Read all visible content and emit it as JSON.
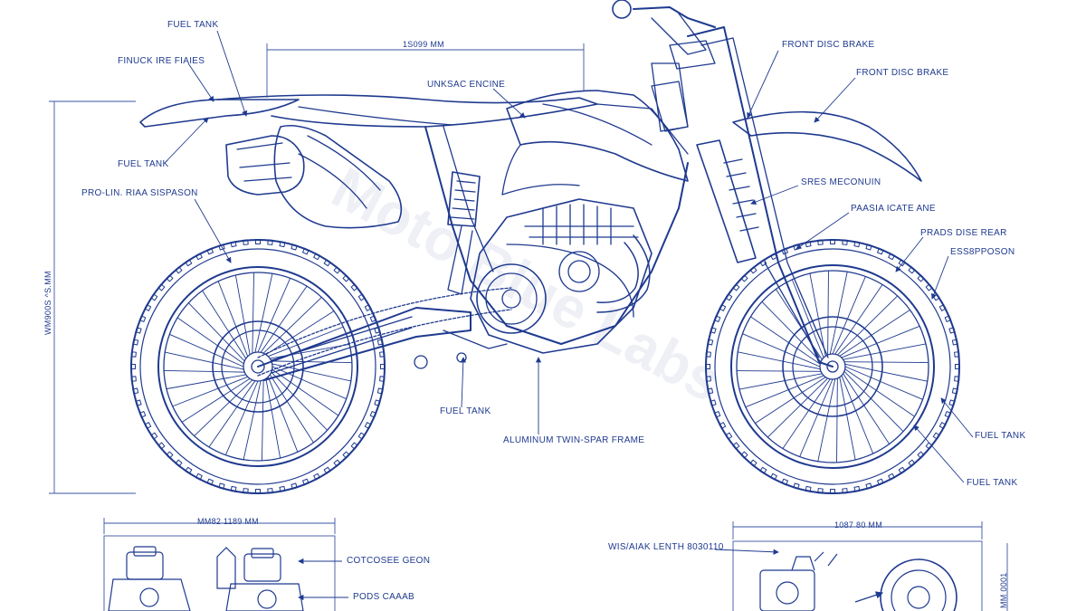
{
  "colors": {
    "ink": "#1f3a8f",
    "light": "#7f93cc",
    "background": "#ffffff"
  },
  "watermark": "Moto Blue Labs",
  "labels": {
    "fuel_tank_top": "FUEL TANK",
    "finuck_frame": "FINUCK IRE FIAIES",
    "fuel_tank_left": "FUEL TANK",
    "pro_link_suspension": "PRO-LIN. RIAA SISPASON",
    "dimension_top": "1S099 MM",
    "engine": "UNKSAC ENCINE",
    "front_disc_brake_1": "FRONT DISC BRAKE",
    "front_disc_brake_2": "FRONT DISC BRAKE",
    "sges_mechanism": "SRES MECONUIN",
    "pads_brake_arm": "PAASIA ICATE ANE",
    "prads_disc_rear": "PRADS DISE REAR",
    "esspason": "ESS8PPOSON",
    "fuel_tank_bottom": "FUEL TANK",
    "aluminum_frame": "ALUMINUM TWIN-SPAR FRAME",
    "fuel_tank_right": "FUEL TANK",
    "fuel_tank_right_2": "FUEL TANK",
    "height_dim": "WM900S ^S.MM",
    "sub_dim_left": "MM82 1189 MM",
    "cutaway_see": "COTCOSEE GEON",
    "pods_caaab": "PODS CAAAB",
    "weisaak_lenth": "WIS/AIAK LENTH 8030110",
    "sub_dim_right": "1087 80 MM",
    "right_vertical_dim": "MM 0001"
  }
}
